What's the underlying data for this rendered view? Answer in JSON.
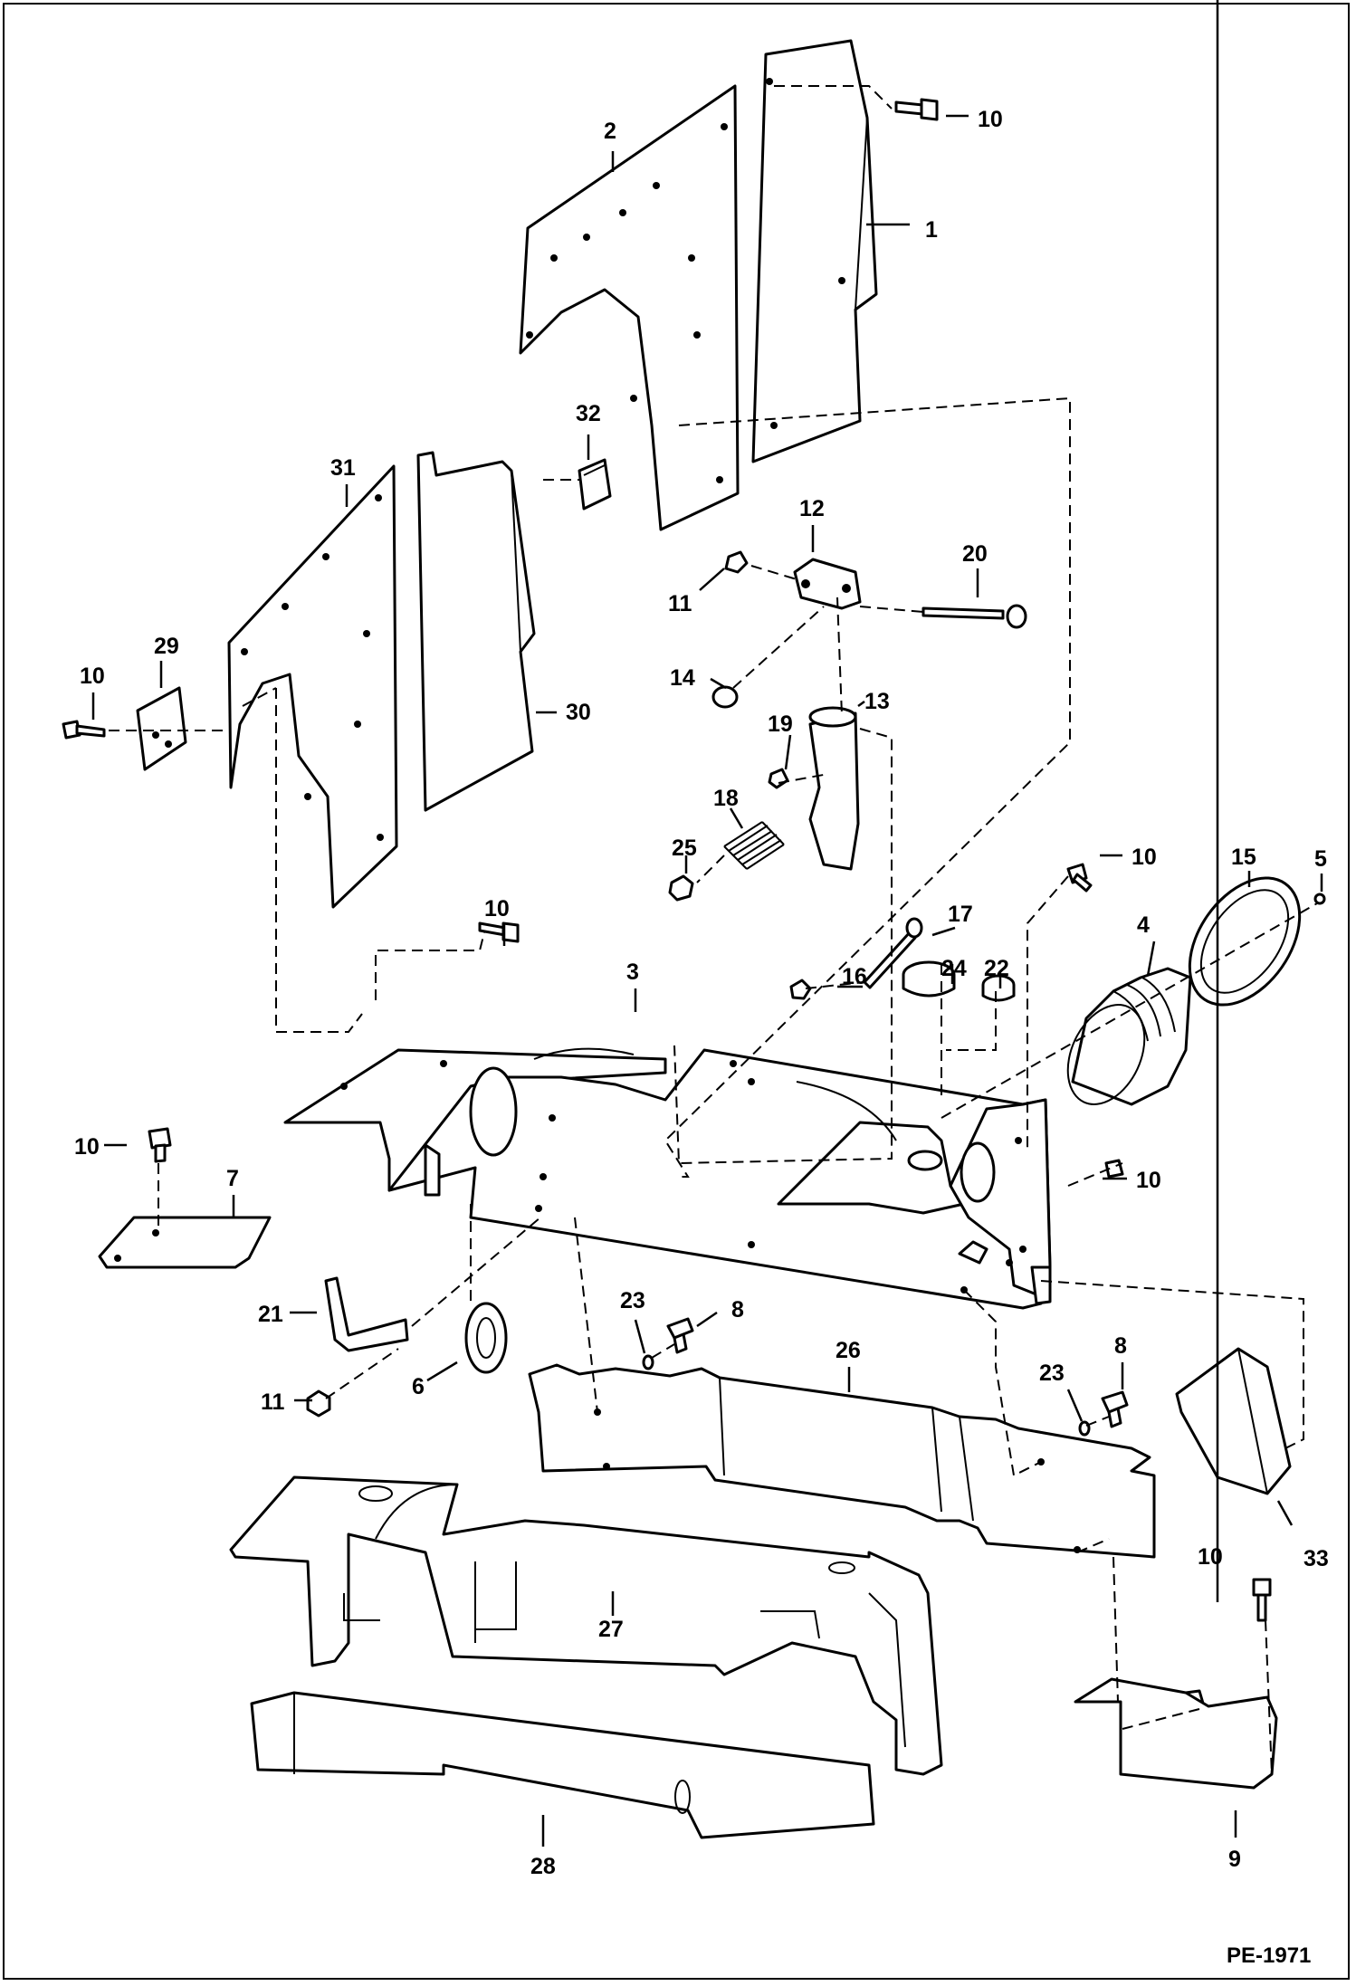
{
  "figure_ref": "PE-1971",
  "callouts": [
    "1",
    "2",
    "3",
    "4",
    "5",
    "6",
    "7",
    "8",
    "9",
    "10",
    "11",
    "12",
    "13",
    "14",
    "15",
    "16",
    "17",
    "18",
    "19",
    "20",
    "21",
    "22",
    "23",
    "24",
    "25",
    "26",
    "27",
    "28",
    "29",
    "30",
    "31",
    "32",
    "33"
  ]
}
